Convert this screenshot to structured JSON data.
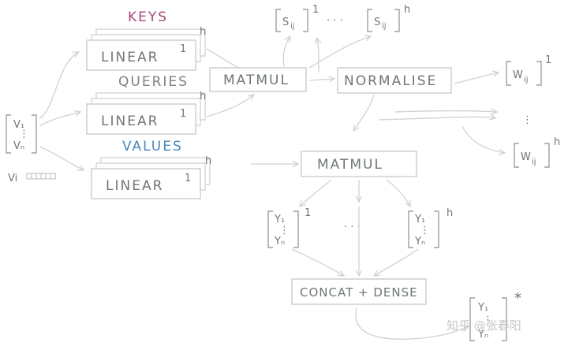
{
  "colors": {
    "keys": "#a8487a",
    "queries": "#7b8080",
    "values": "#4a86b8",
    "ink": "#6f7676",
    "stroke": "#cfd3d0"
  },
  "headings": {
    "keys": "KEYS",
    "queries": "QUERIES",
    "values": "VALUES"
  },
  "blocks": {
    "linear": "LINEAR",
    "linear_sup": "1",
    "stack_sup": "h",
    "matmul": "MATMUL",
    "normalise": "NORMALISE",
    "concat": "CONCAT + DENSE"
  },
  "symbols": {
    "input_top": "V₁",
    "input_bottom": "Vₙ",
    "vi": "Vi",
    "s": "S",
    "s_sub": "ij",
    "w": "W",
    "w_sub": "ij",
    "y_top": "Y₁",
    "y_bottom": "Yₙ",
    "sup_1": "1",
    "sup_h": "h",
    "star": "*",
    "dots": "· · ·"
  },
  "watermark": "知乎 @张春阳"
}
